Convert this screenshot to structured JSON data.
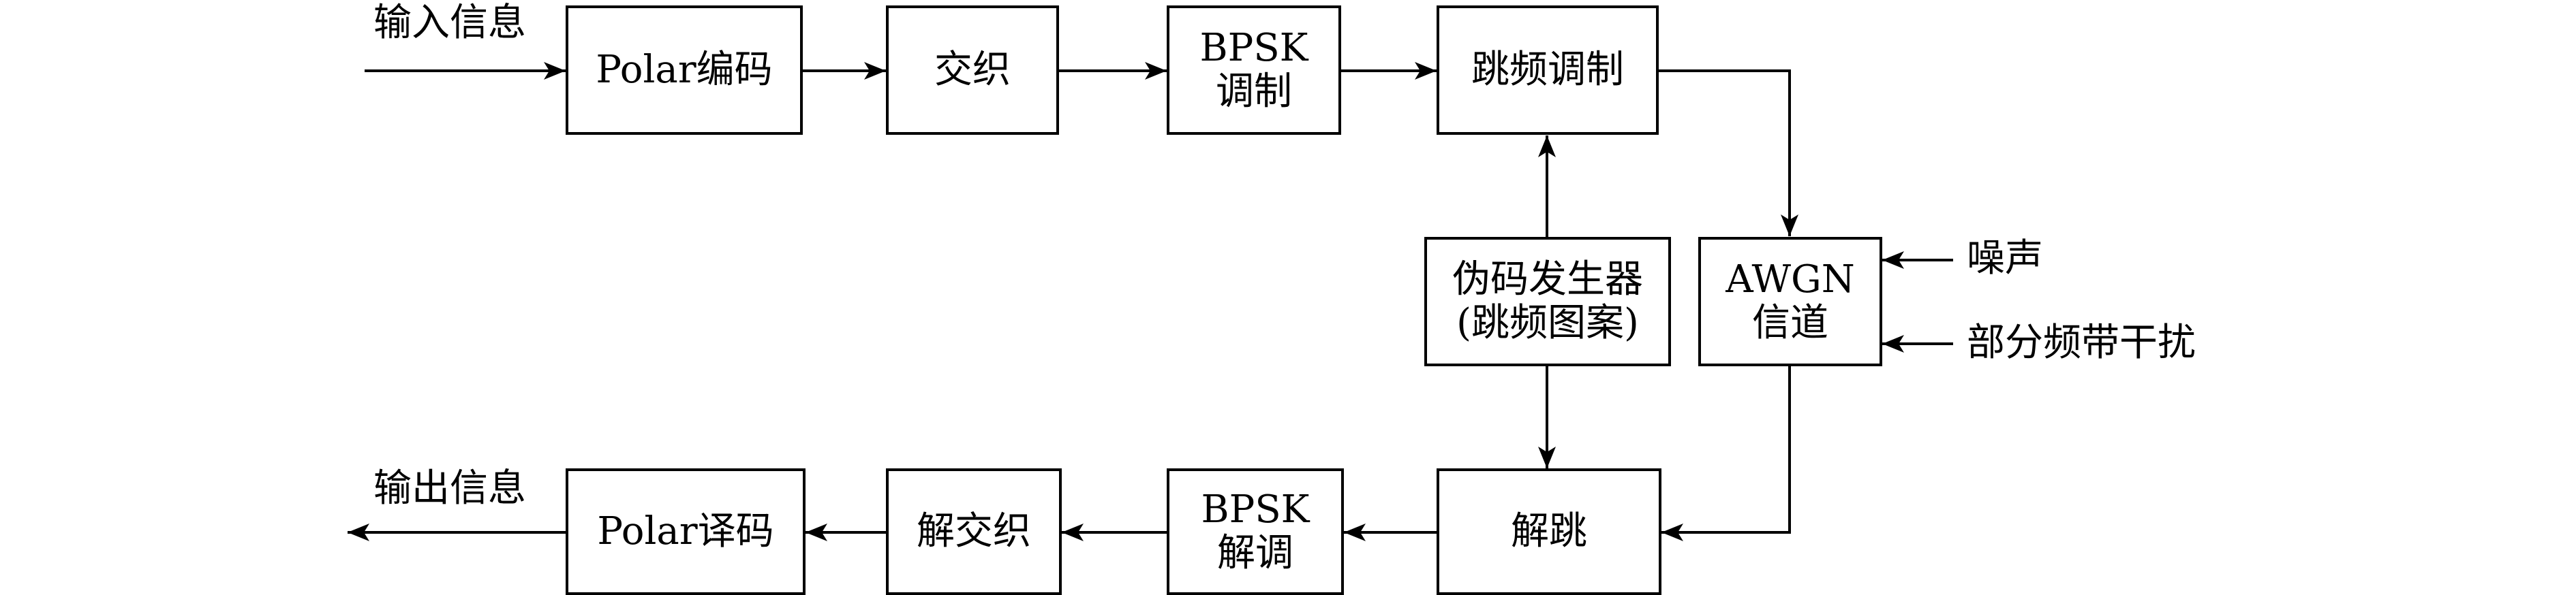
{
  "diagram": {
    "input_label": "输入信息",
    "output_label": "输出信息",
    "noise_label": "噪声",
    "interference_label": "部分频带干扰",
    "tx": {
      "polar_encode": "Polar编码",
      "interleave": "交织",
      "bpsk_mod_line1": "BPSK",
      "bpsk_mod_line2": "调制",
      "fh_mod": "跳频调制"
    },
    "pn": {
      "line1": "伪码发生器",
      "line2": "(跳频图案)"
    },
    "channel": {
      "line1": "AWGN",
      "line2": "信道"
    },
    "rx": {
      "dehop": "解跳",
      "bpsk_demod_line1": "BPSK",
      "bpsk_demod_line2": "解调",
      "deinterleave": "解交织",
      "polar_decode": "Polar译码"
    },
    "line_color": "#000000"
  }
}
